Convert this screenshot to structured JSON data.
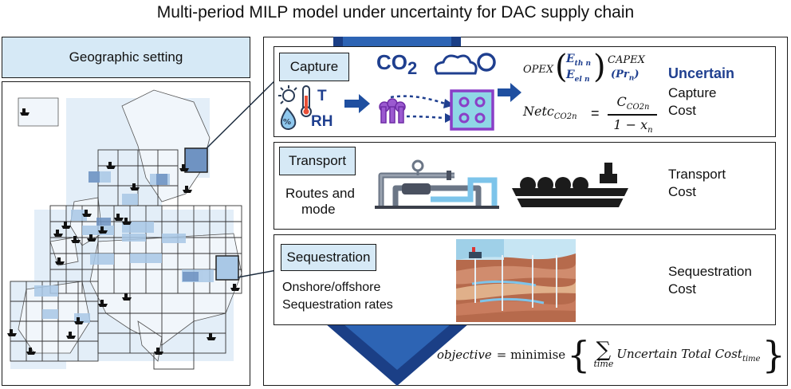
{
  "title": "Multi-period MILP model under uncertainty for DAC supply chain",
  "geo": {
    "label": "Geographic setting"
  },
  "capture": {
    "label": "Capture",
    "temp": "T",
    "rh": "RH",
    "co2": "CO",
    "co2_sub": "2",
    "opex": "OPEX",
    "e_th": "E",
    "e_th_sub": "th n",
    "e_el": "E",
    "e_el_sub": "el n",
    "capex": "CAPEX",
    "pr": "Pr",
    "pr_sub": "n",
    "netc": "Netc",
    "netc_sub": "CO2n",
    "numer": "C",
    "numer_sub": "CO2n",
    "denom": "1 − x",
    "denom_sub": "n",
    "equals": "=",
    "uncertain": "Uncertain",
    "cost_line1": "Capture",
    "cost_line2": "Cost"
  },
  "transport": {
    "label": "Transport",
    "desc_line1": "Routes and",
    "desc_line2": "mode",
    "cost_line1": "Transport",
    "cost_line2": "Cost"
  },
  "sequestration": {
    "label": "Sequestration",
    "desc_line1": "Onshore/offshore",
    "desc_line2": "Sequestration rates",
    "cost_line1": "Sequestration",
    "cost_line2": "Cost"
  },
  "objective": {
    "lhs": "objective",
    "eq": "= minimise",
    "sum": "∑",
    "sum_sub": "time",
    "term": "Uncertain Total Cost",
    "term_sub": "time"
  },
  "colors": {
    "navy": "#1f3f8f",
    "label_fill": "#d6e9f6",
    "purple": "#8a3fc7",
    "arrow_blue": "#1f4fa0"
  }
}
